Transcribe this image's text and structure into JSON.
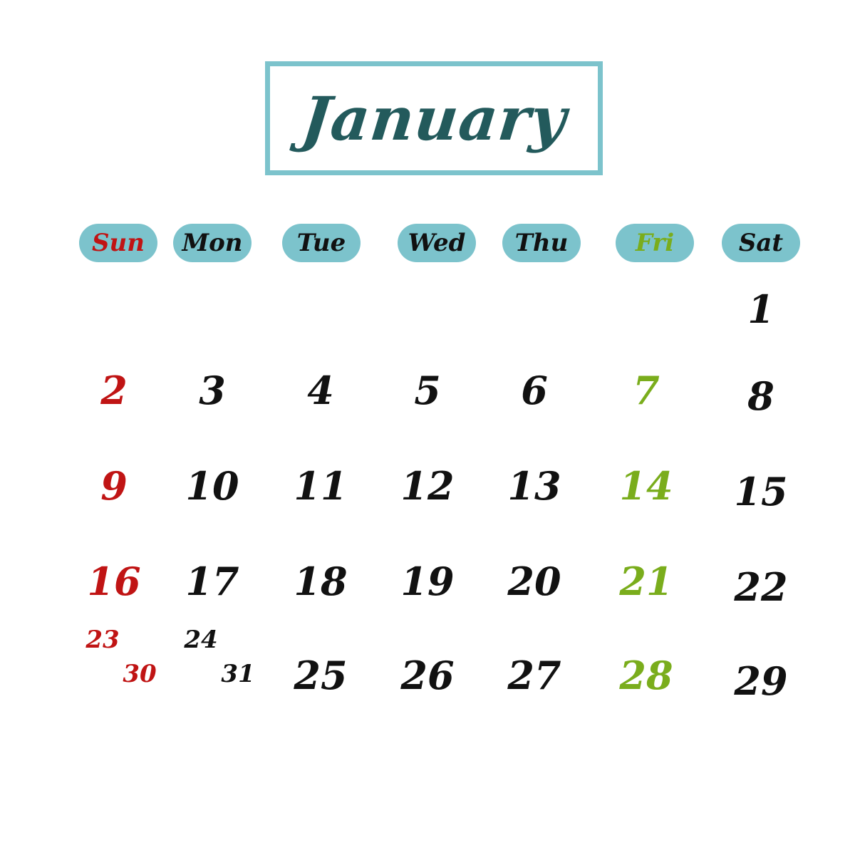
{
  "title": "January",
  "colors": {
    "accent": "#7cc3cc",
    "title": "#235a5c",
    "sunday": "#c01414",
    "friday": "#7aad1c",
    "default": "#111111"
  },
  "weekdays": [
    {
      "label": "Sun",
      "color": "#c01414"
    },
    {
      "label": "Mon",
      "color": "#111111"
    },
    {
      "label": "Tue",
      "color": "#111111"
    },
    {
      "label": "Wed",
      "color": "#111111"
    },
    {
      "label": "Thu",
      "color": "#111111"
    },
    {
      "label": "Fri",
      "color": "#7aad1c"
    },
    {
      "label": "Sat",
      "color": "#111111"
    }
  ],
  "days": [
    {
      "label": "1",
      "col": 6,
      "row": 0
    },
    {
      "label": "2",
      "col": 0,
      "row": 1
    },
    {
      "label": "3",
      "col": 1,
      "row": 1
    },
    {
      "label": "4",
      "col": 2,
      "row": 1
    },
    {
      "label": "5",
      "col": 3,
      "row": 1
    },
    {
      "label": "6",
      "col": 4,
      "row": 1
    },
    {
      "label": "7",
      "col": 5,
      "row": 1
    },
    {
      "label": "8",
      "col": 6,
      "row": 1
    },
    {
      "label": "9",
      "col": 0,
      "row": 2
    },
    {
      "label": "10",
      "col": 1,
      "row": 2
    },
    {
      "label": "11",
      "col": 2,
      "row": 2
    },
    {
      "label": "12",
      "col": 3,
      "row": 2
    },
    {
      "label": "13",
      "col": 4,
      "row": 2
    },
    {
      "label": "14",
      "col": 5,
      "row": 2
    },
    {
      "label": "15",
      "col": 6,
      "row": 2
    },
    {
      "label": "16",
      "col": 0,
      "row": 3
    },
    {
      "label": "17",
      "col": 1,
      "row": 3
    },
    {
      "label": "18",
      "col": 2,
      "row": 3
    },
    {
      "label": "19",
      "col": 3,
      "row": 3
    },
    {
      "label": "20",
      "col": 4,
      "row": 3
    },
    {
      "label": "21",
      "col": 5,
      "row": 3
    },
    {
      "label": "22",
      "col": 6,
      "row": 3
    },
    {
      "label": "23",
      "col": 0,
      "row": 4
    },
    {
      "label": "30",
      "col": 0,
      "row": 5
    },
    {
      "label": "24",
      "col": 1,
      "row": 4
    },
    {
      "label": "31",
      "col": 1,
      "row": 5
    },
    {
      "label": "25",
      "col": 2,
      "row": 4
    },
    {
      "label": "26",
      "col": 3,
      "row": 4
    },
    {
      "label": "27",
      "col": 4,
      "row": 4
    },
    {
      "label": "28",
      "col": 5,
      "row": 4
    },
    {
      "label": "29",
      "col": 6,
      "row": 4
    }
  ]
}
